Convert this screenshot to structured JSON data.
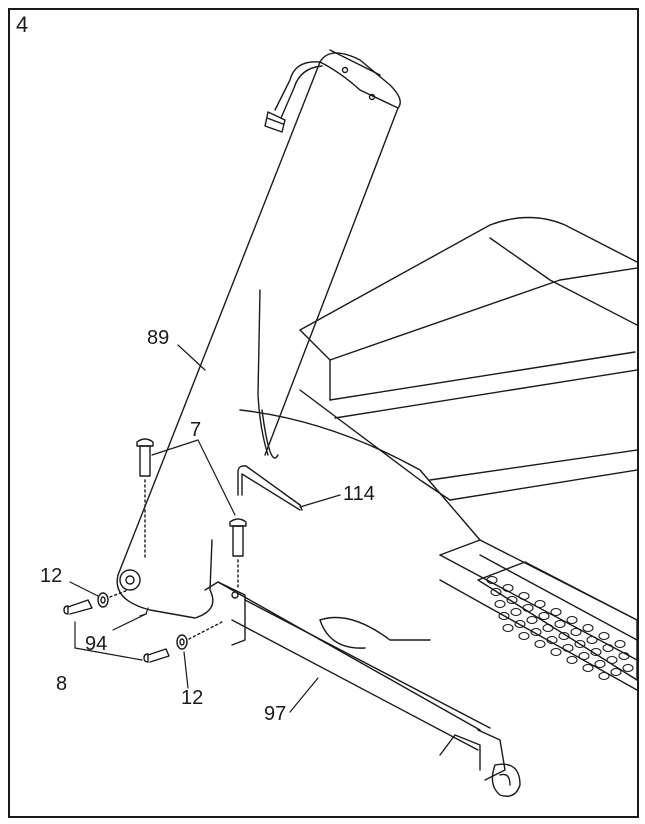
{
  "step": {
    "number": "4"
  },
  "callouts": {
    "upright": "89",
    "bolt_long": "7",
    "hex_key": "114",
    "washer_left": "12",
    "washer_right": "12",
    "bolt_short": "8",
    "base_cover": "94",
    "base_frame": "97"
  }
}
